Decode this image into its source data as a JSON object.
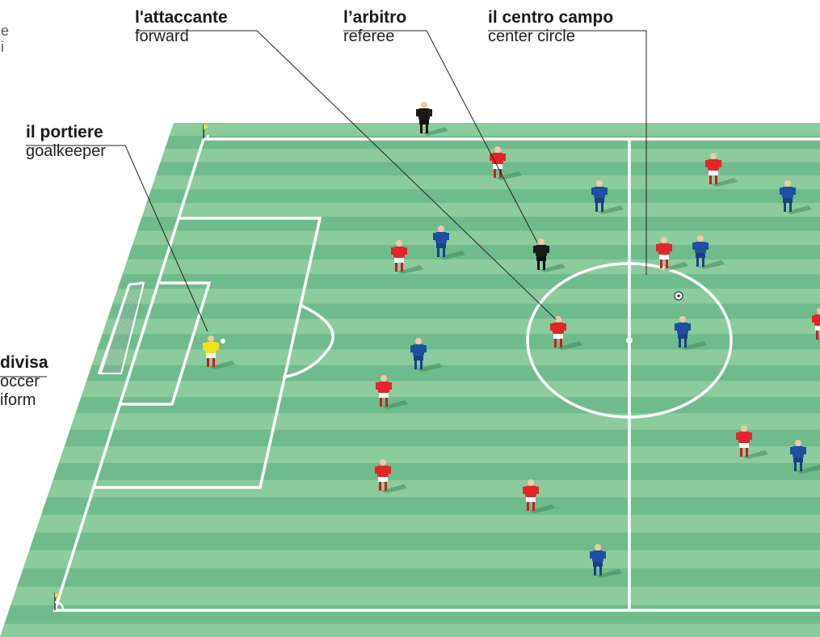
{
  "colors": {
    "grass_dark": "#6fbb8c",
    "grass_light": "#8ccb9c",
    "surround": "#8fcc9a",
    "lines": "#ffffff",
    "team_red": "#e1252a",
    "team_blue": "#1f4fa0",
    "referee": "#1a1a1a",
    "goalkeeper": "#f2e21b"
  },
  "labels": {
    "top_left_fragment": {
      "line1": "e",
      "line2": "i"
    },
    "forward": {
      "it": "l'attaccante",
      "en": "forward"
    },
    "referee": {
      "it": "l’arbitro",
      "en": "referee"
    },
    "center_circle": {
      "it": "il centro campo",
      "en": "center circle"
    },
    "goalkeeper": {
      "it": "il portiere",
      "en": "goalkeeper"
    },
    "uniform": {
      "it": "divisa",
      "en1": "occer",
      "en2": "iform"
    }
  },
  "figures": {
    "ball": "soccer-ball-icon",
    "corner_flag": "corner-flag-icon",
    "goal": "goal-net-icon"
  }
}
